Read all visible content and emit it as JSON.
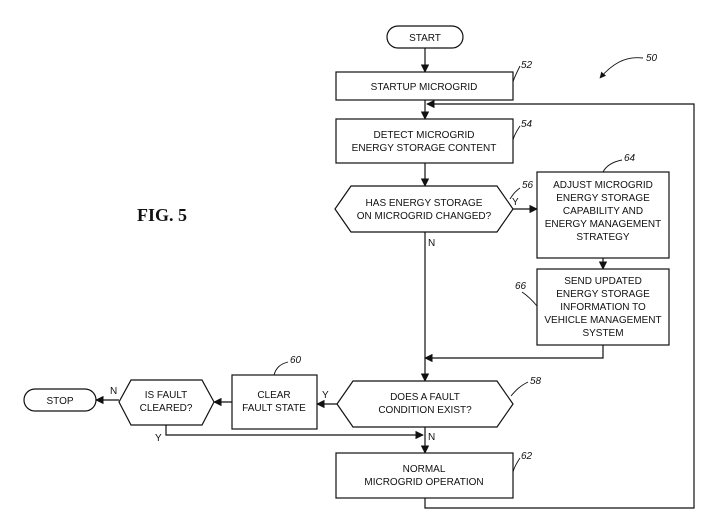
{
  "figure_label": "FIG. 5",
  "ref_overall": "50",
  "nodes": {
    "start": "START",
    "startup": "STARTUP MICROGRID",
    "detect_l1": "DETECT MICROGRID",
    "detect_l2": "ENERGY STORAGE CONTENT",
    "changed_l1": "HAS ENERGY STORAGE",
    "changed_l2": "ON MICROGRID CHANGED?",
    "adjust_l1": "ADJUST MICROGRID",
    "adjust_l2": "ENERGY STORAGE",
    "adjust_l3": "CAPABILITY AND",
    "adjust_l4": "ENERGY MANAGEMENT",
    "adjust_l5": "STRATEGY",
    "send_l1": "SEND UPDATED",
    "send_l2": "ENERGY STORAGE",
    "send_l3": "INFORMATION TO",
    "send_l4": "VEHICLE MANAGEMENT",
    "send_l5": "SYSTEM",
    "fault_l1": "DOES A FAULT",
    "fault_l2": "CONDITION EXIST?",
    "clear_l1": "CLEAR",
    "clear_l2": "FAULT STATE",
    "cleared_l1": "IS FAULT",
    "cleared_l2": "CLEARED?",
    "stop": "STOP",
    "normal_l1": "NORMAL",
    "normal_l2": "MICROGRID OPERATION"
  },
  "refs": {
    "startup": "52",
    "detect": "54",
    "changed": "56",
    "fault": "58",
    "clear": "60",
    "normal": "62",
    "adjust": "64",
    "send": "66"
  },
  "edge_labels": {
    "changed_yes": "Y",
    "changed_no": "N",
    "fault_yes": "Y",
    "fault_no": "N",
    "cleared_no": "N",
    "cleared_yes": "Y"
  }
}
